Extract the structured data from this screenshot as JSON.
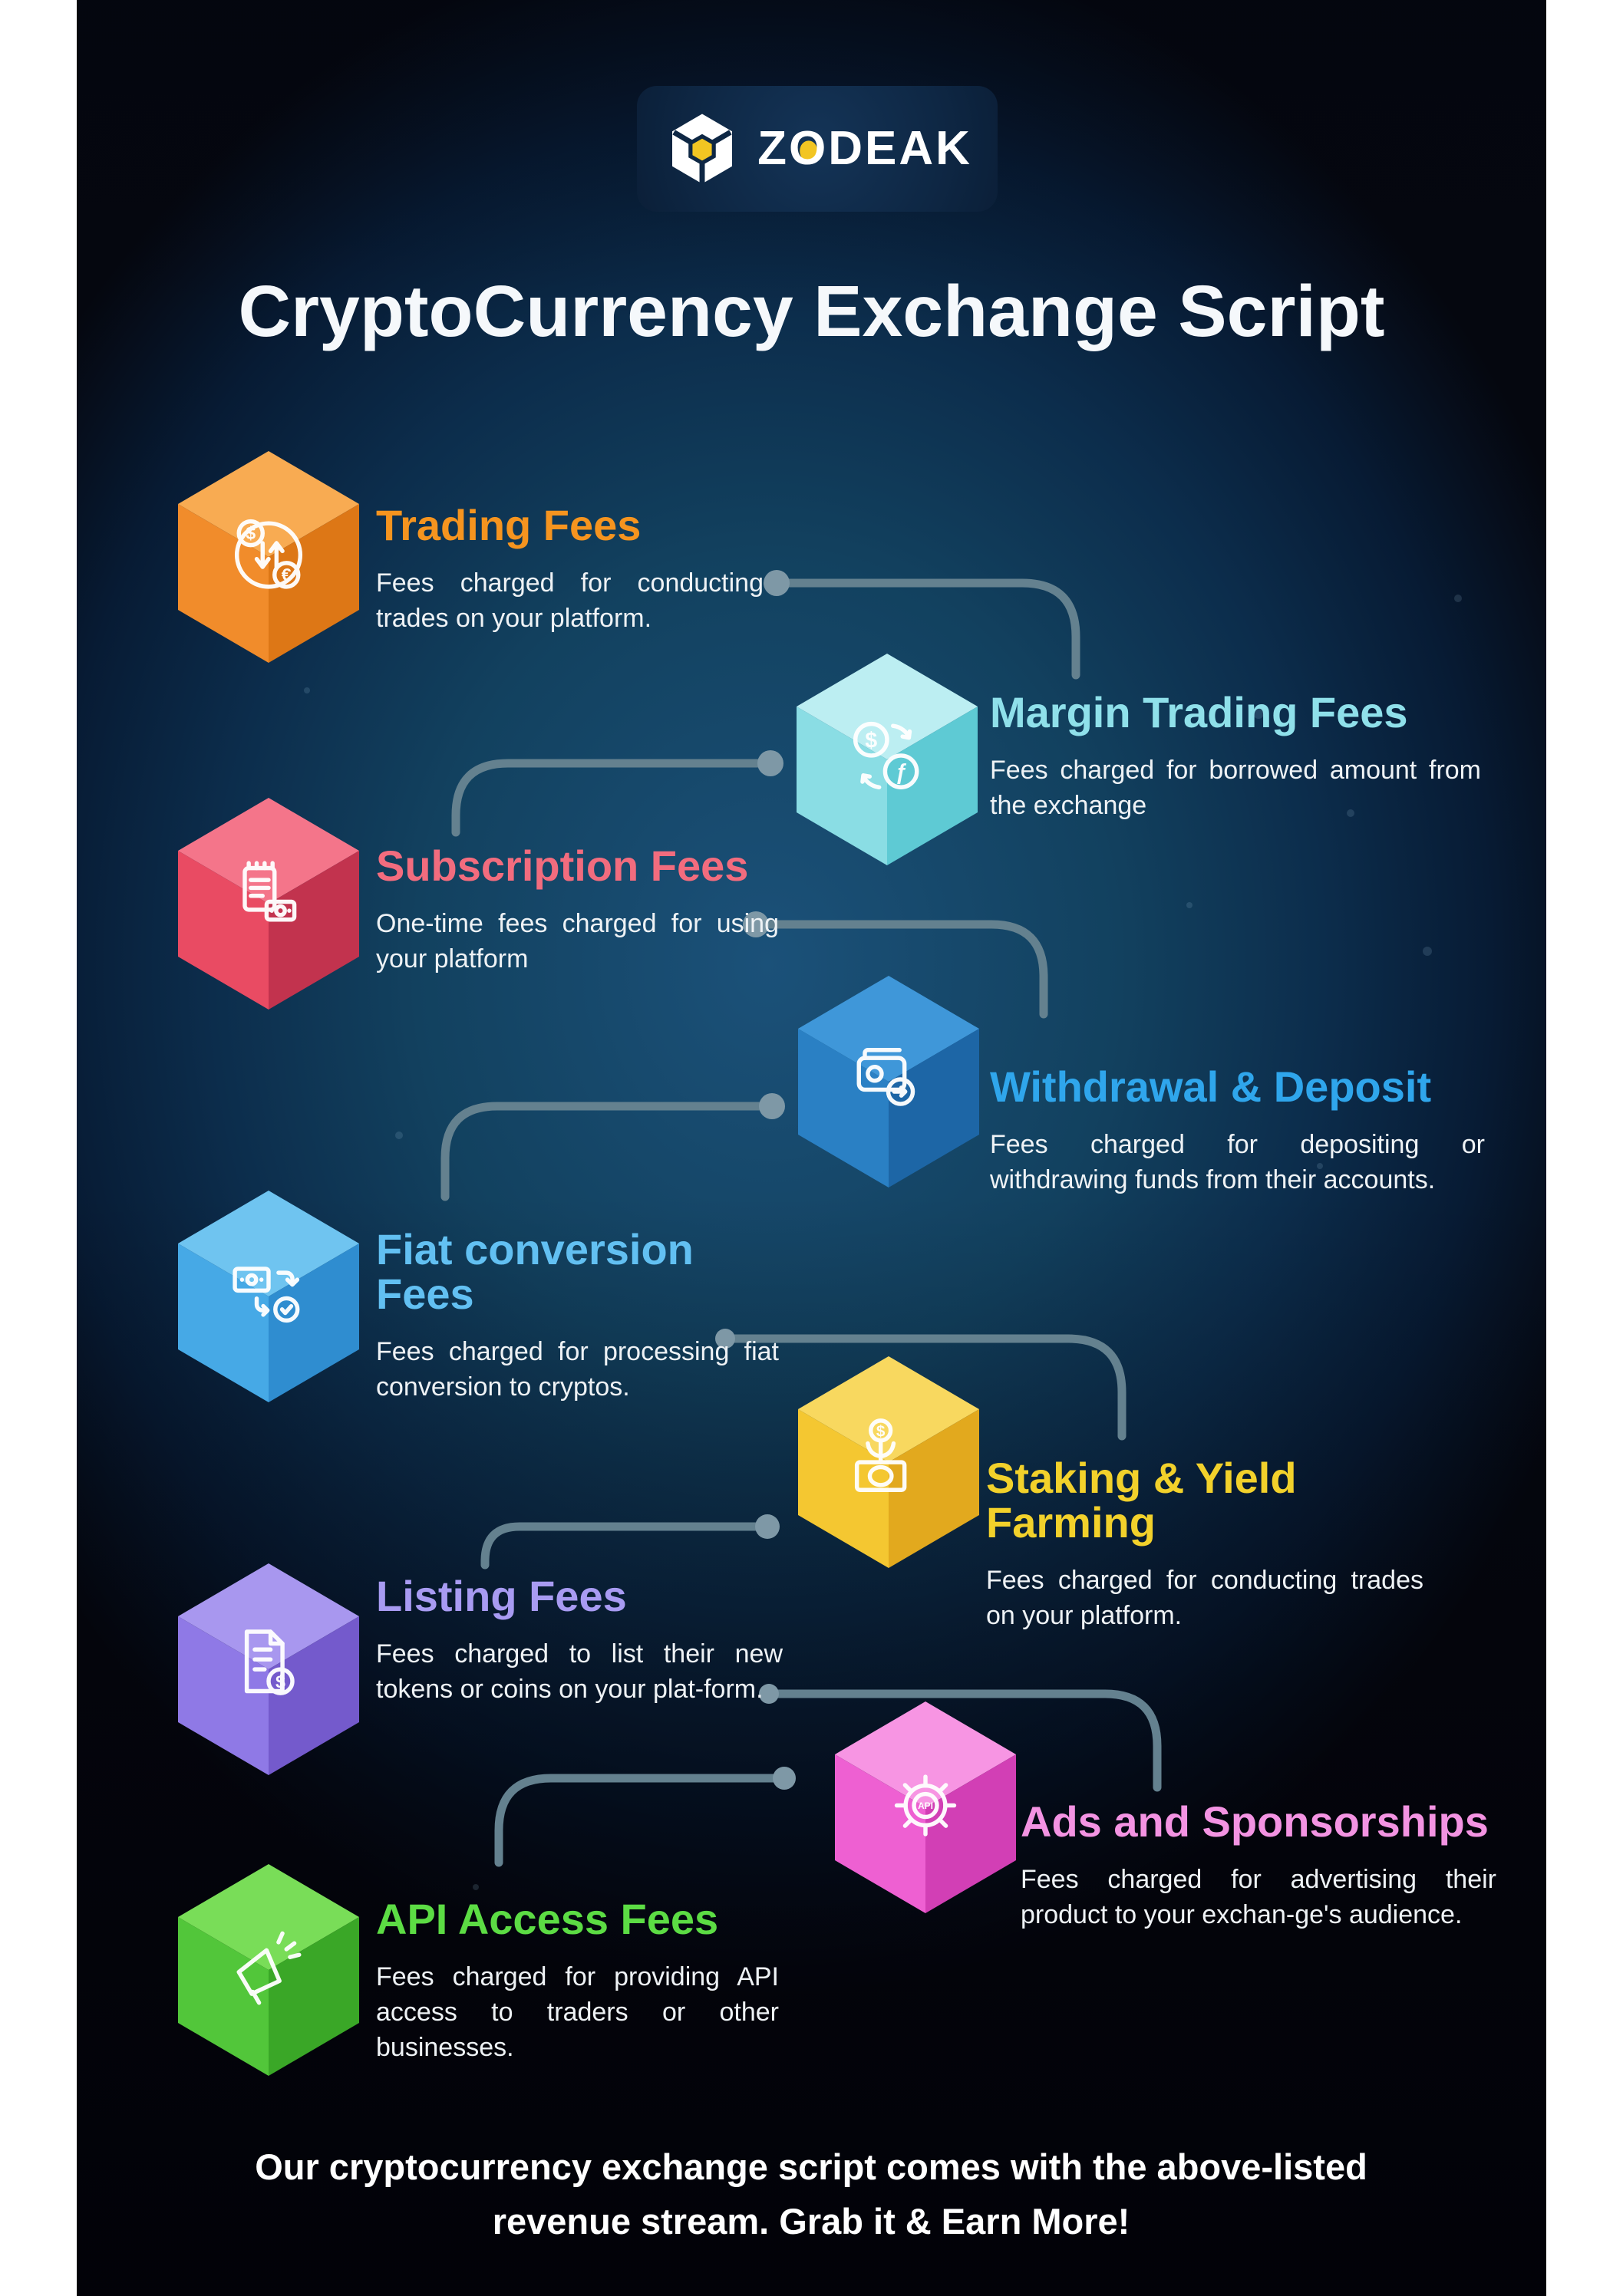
{
  "logo": {
    "brand": "ZODEAK",
    "icon": "zodeak-cube-hex-icon",
    "accent": "#f2c522",
    "badge_bg": "#0e2744"
  },
  "heading": {
    "text": "CryptoCurrency Exchange Script",
    "color": "#f5f8fb"
  },
  "tagline": {
    "text": "Our cryptocurrency exchange script comes with the above-listed revenue stream. Grab it & Earn More!",
    "color": "#ffffff"
  },
  "connector": {
    "line_color": "#64818f",
    "dot_color": "#7e98a6"
  },
  "background": {
    "center": "#1b5179",
    "mid": "#0c2d4c",
    "edge": "#05070f",
    "page_margin": "#ffffff"
  },
  "items": [
    {
      "id": "trading-fees",
      "side": "left",
      "title": "Trading Fees",
      "title_color": "#f5941f",
      "description": "Fees charged for conducting trades on your platform.",
      "icon": "currency-exchange-icon",
      "cube": {
        "top": "#f8ab52",
        "left": "#f18c2b",
        "right": "#dd7716"
      }
    },
    {
      "id": "margin-trading-fees",
      "side": "right",
      "title": "Margin Trading Fees",
      "title_color": "#8fe0ea",
      "description": "Fees charged for borrowed amount from the exchange",
      "icon": "dollar-florin-exchange-icon",
      "cube": {
        "top": "#bceef2",
        "left": "#8adde4",
        "right": "#5ecad4"
      }
    },
    {
      "id": "subscription-fees",
      "side": "left",
      "title": "Subscription Fees",
      "title_color": "#f26c7e",
      "description": "One-time fees charged for using your platform",
      "icon": "invoice-payment-icon",
      "cube": {
        "top": "#f4758a",
        "left": "#e94b63",
        "right": "#c2334e"
      }
    },
    {
      "id": "withdrawal-deposit",
      "side": "right",
      "title": "Withdrawal & Deposit",
      "title_color": "#2fa6ec",
      "description": "Fees charged for depositing or withdrawing funds from their accounts.",
      "icon": "wallet-transfer-icon",
      "cube": {
        "top": "#3f97d9",
        "left": "#2a80c4",
        "right": "#1d66a6"
      }
    },
    {
      "id": "fiat-conversion-fees",
      "side": "left",
      "title": "Fiat conversion Fees",
      "title_color": "#62c0f2",
      "description": "Fees charged for processing fiat conversion to cryptos.",
      "icon": "cash-conversion-icon",
      "cube": {
        "top": "#6fc4f0",
        "left": "#46a9e6",
        "right": "#2f8dd0"
      }
    },
    {
      "id": "staking-yield-farming",
      "side": "right",
      "title": "Staking & Yield Farming",
      "title_color": "#f2d12b",
      "description": "Fees charged for conducting trades on your platform.",
      "icon": "money-plant-icon",
      "cube": {
        "top": "#f8d85f",
        "left": "#f4c731",
        "right": "#e2a91e"
      }
    },
    {
      "id": "listing-fees",
      "side": "left",
      "title": "Listing Fees",
      "title_color": "#a89bf2",
      "description": "Fees charged to list their new tokens or coins on your plat-form.",
      "icon": "listing-document-icon",
      "cube": {
        "top": "#a897ef",
        "left": "#8f79e6",
        "right": "#745acc"
      }
    },
    {
      "id": "ads-and-sponsorships",
      "side": "right",
      "title": "Ads and Sponsorships",
      "title_color": "#f393e2",
      "description": "Fees charged for advertising their product to your exchan-ge's audience.",
      "icon": "gear-api-icon",
      "cube": {
        "top": "#f795e3",
        "left": "#ee60d2",
        "right": "#d23fb5"
      }
    },
    {
      "id": "api-access-fees",
      "side": "left",
      "title": "API Access Fees",
      "title_color": "#5cdc44",
      "description": "Fees charged for providing API access to traders or other businesses.",
      "icon": "megaphone-icon",
      "cube": {
        "top": "#79dd58",
        "left": "#52c63a",
        "right": "#3aa727"
      }
    }
  ]
}
